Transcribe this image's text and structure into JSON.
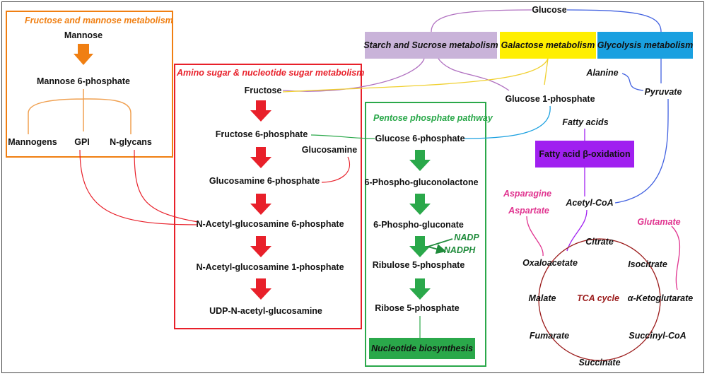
{
  "colors": {
    "orange": "#f07f12",
    "red": "#e8202a",
    "green": "#2aa84a",
    "dark_green": "#1f8b3b",
    "purple": "#a020f0",
    "pink": "#e0338f",
    "yellow": "#ffef00",
    "lavender": "#c9b3d9",
    "blue": "#1aa0e0",
    "tca": "#9b1b1b"
  },
  "sections": {
    "fructose_mannose": "Fructose and mannose metabolism",
    "amino_sugar": "Amino sugar & nucleotide sugar metabolism",
    "pentose": "Pentose phosphate pathway",
    "starch": "Starch and Sucrose metabolism",
    "galactose": "Galactose metabolism",
    "glycolysis": "Glycolysis metabolism",
    "fatty_acid_oxidation": "Fatty acid β-oxidation",
    "nucleotide_biosynthesis": "Nucleotide biosynthesis",
    "tca_cycle": "TCA cycle"
  },
  "nodes": {
    "mannose": "Mannose",
    "mannose6p": "Mannose 6-phosphate",
    "mannogens": "Mannogens",
    "gpi": "GPI",
    "nglycans": "N-glycans",
    "fructose": "Fructose",
    "fructose6p": "Fructose 6-phosphate",
    "glucosamine": "Glucosamine",
    "glucosamine6p": "Glucosamine 6-phosphate",
    "nacetyl6p": "N-Acetyl-glucosamine 6-phosphate",
    "nacetyl1p": "N-Acetyl-glucosamine 1-phosphate",
    "udp": "UDP-N-acetyl-glucosamine",
    "glucose": "Glucose",
    "glucose1p": "Glucose 1-phosphate",
    "glucose6p": "Glucose 6-phosphate",
    "phosphogluconolactone": "6-Phospho-gluconolactone",
    "phosphogluconate": "6-Phospho-gluconate",
    "nadp": "NADP",
    "nadph": "NADPH",
    "ribulose5p": "Ribulose 5-phosphate",
    "ribose5p": "Ribose 5-phosphate",
    "alanine": "Alanine",
    "pyruvate": "Pyruvate",
    "fatty_acids": "Fatty acids",
    "asparagine": "Asparagine",
    "aspartate": "Aspartate",
    "acetylcoa": "Acetyl-CoA",
    "glutamate": "Glutamate",
    "citrate": "Citrate",
    "oxaloacetate": "Oxaloacetate",
    "isocitrate": "Isocitrate",
    "malate": "Malate",
    "ketoglutarate": "α-Ketoglutarate",
    "fumarate": "Fumarate",
    "succinylcoa": "Succinyl-CoA",
    "succinate": "Succinate"
  }
}
